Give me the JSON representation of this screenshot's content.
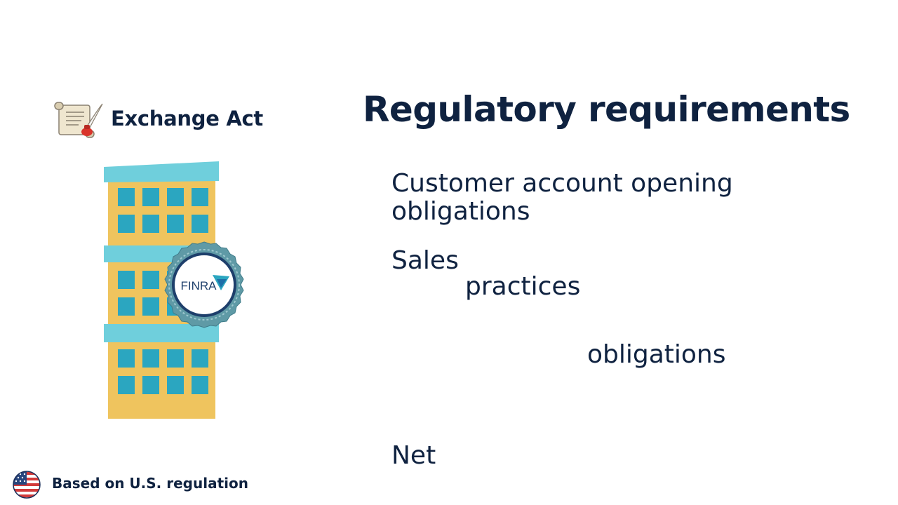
{
  "sidebar": {
    "exchange_act_label": "Exchange Act",
    "seal_text": "FINRA"
  },
  "main": {
    "title": "Regulatory requirements",
    "requirements": [
      {
        "line1": "Customer account opening",
        "line2": "obligations"
      },
      {
        "line1": "Sales",
        "line2": "practices"
      },
      {
        "line1": "obligations"
      },
      {
        "line1": "Net"
      }
    ]
  },
  "footer": {
    "label": "Based on U.S. regulation"
  },
  "icons": {
    "scroll": "scroll-quill-icon",
    "building": "building-icon",
    "seal": "finra-seal-icon",
    "flag": "us-flag-icon"
  },
  "colors": {
    "navy": "#0f2240",
    "building_yellow": "#efc45e",
    "window_teal": "#2ba6c0",
    "roof_teal": "#6fcfdc",
    "seal_outer": "#5f9aa6"
  }
}
